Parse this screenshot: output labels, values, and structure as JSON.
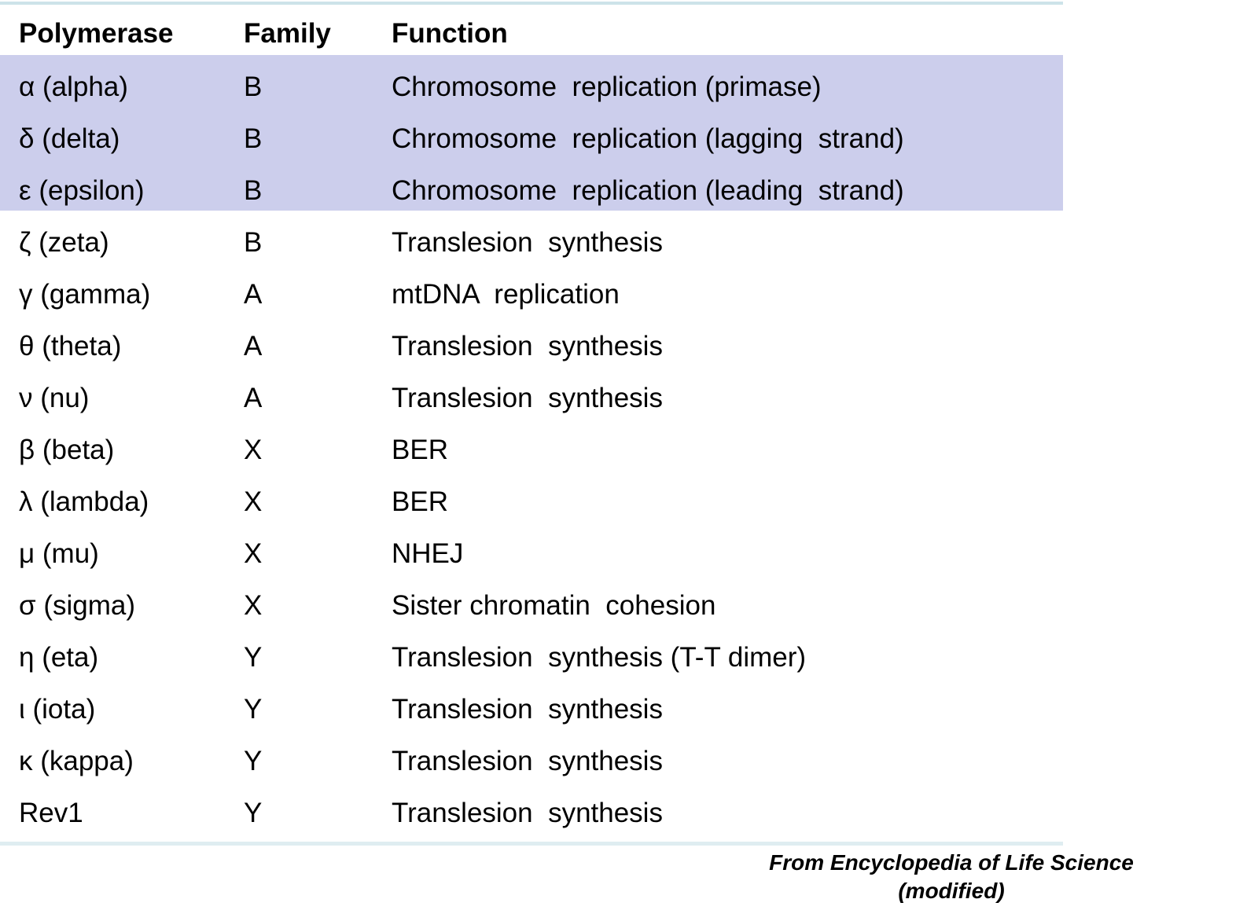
{
  "decor": {
    "top_rule_color": "#cde3e9",
    "bottom_rule_color": "#dfedf1",
    "highlight_color": "#ccceec"
  },
  "table": {
    "columns": [
      "Polymerase",
      "Family",
      "Function"
    ],
    "highlighted_row_indices": [
      0,
      1,
      2
    ],
    "rows": [
      {
        "polymerase": "α (alpha)",
        "family": "B",
        "function": "Chromosome  replication (primase)"
      },
      {
        "polymerase": "δ (delta)",
        "family": "B",
        "function": "Chromosome  replication (lagging  strand)"
      },
      {
        "polymerase": "ε (epsilon)",
        "family": "B",
        "function": "Chromosome  replication (leading  strand)"
      },
      {
        "polymerase": "ζ (zeta)",
        "family": "B",
        "function": "Translesion  synthesis"
      },
      {
        "polymerase": "γ (gamma)",
        "family": "A",
        "function": "mtDNA  replication"
      },
      {
        "polymerase": "θ (theta)",
        "family": "A",
        "function": "Translesion  synthesis"
      },
      {
        "polymerase": "ν (nu)",
        "family": "A",
        "function": "Translesion  synthesis"
      },
      {
        "polymerase": "β (beta)",
        "family": "X",
        "function": "BER"
      },
      {
        "polymerase": "λ (lambda)",
        "family": "X",
        "function": "BER"
      },
      {
        "polymerase": "μ (mu)",
        "family": "X",
        "function": "NHEJ"
      },
      {
        "polymerase": "σ (sigma)",
        "family": "X",
        "function": "Sister chromatin  cohesion"
      },
      {
        "polymerase": "η (eta)",
        "family": "Y",
        "function": "Translesion  synthesis (T-T dimer)"
      },
      {
        "polymerase": "ι (iota)",
        "family": "Y",
        "function": "Translesion  synthesis"
      },
      {
        "polymerase": "κ (kappa)",
        "family": "Y",
        "function": "Translesion  synthesis"
      },
      {
        "polymerase": "Rev1",
        "family": "Y",
        "function": "Translesion  synthesis"
      }
    ]
  },
  "attribution": {
    "line1": "From Encyclopedia of Life Science",
    "line2": "(modified)"
  }
}
